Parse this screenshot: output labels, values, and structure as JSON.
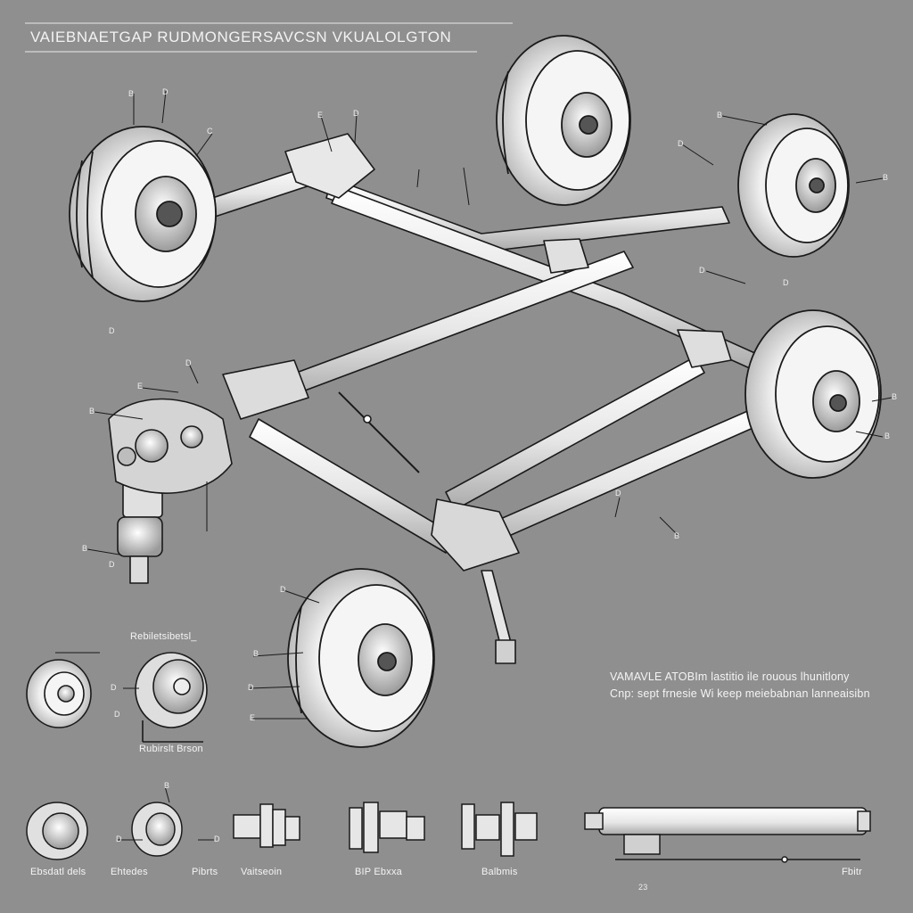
{
  "title": "VAIEBNAETGAP RUDMONGERSAVCSN VKUALOLGTON",
  "detail_heading": "Rebiletsibetsl_",
  "detail_caption": "Rubirslt Brson",
  "note": {
    "line1": "VAMAVLE ATOBIm lastitio ile rouous lhunitlony",
    "line2": "Cnp: sept frnesie Wi keep meiebabnan lanneaisibn"
  },
  "bottom_labels": [
    "Ebsdatl dels",
    "Ehtedes",
    "Pibrts",
    "Vaitseoin",
    "BIP Ebxxa",
    "Balbmis",
    "Fbitr"
  ],
  "bottom_code": "23",
  "part_number_labels": [
    "B",
    "D",
    "C",
    "E",
    "D",
    "B",
    "D",
    "B",
    "D",
    "D",
    "B",
    "B",
    "B",
    "E",
    "D",
    "D",
    "B",
    "D",
    "D",
    "B",
    "D",
    "E",
    "D",
    "D",
    "B",
    "D",
    "D",
    "B",
    "D"
  ],
  "colors": {
    "background": "#8f8f8f",
    "line": "#1a1a1a",
    "metal_light": "#f4f4f4",
    "metal_shade": "#cfcfcf",
    "text": "#f2f2f2"
  }
}
